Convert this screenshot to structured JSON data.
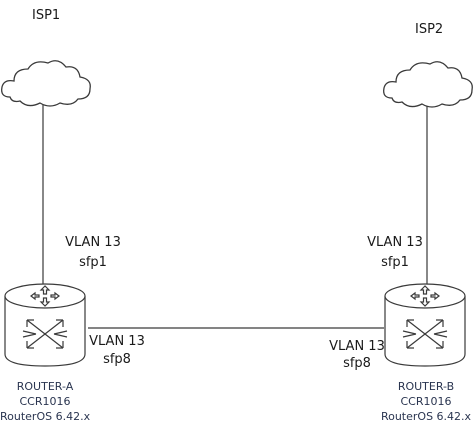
{
  "isp1": {
    "label": "ISP1"
  },
  "isp2": {
    "label": "ISP2"
  },
  "link_isp1": {
    "vlan": "VLAN 13",
    "port": "sfp1"
  },
  "link_isp2": {
    "vlan": "VLAN 13",
    "port": "sfp1"
  },
  "link_a": {
    "vlan": "VLAN 13",
    "port": "sfp8"
  },
  "link_b": {
    "vlan": "VLAN 13",
    "port": "sfp8"
  },
  "router_a": {
    "name": "ROUTER-A",
    "model": "CCR1016",
    "os": "RouterOS 6.42.x"
  },
  "router_b": {
    "name": "ROUTER-B",
    "model": "CCR1016",
    "os": "RouterOS 6.42.x"
  }
}
